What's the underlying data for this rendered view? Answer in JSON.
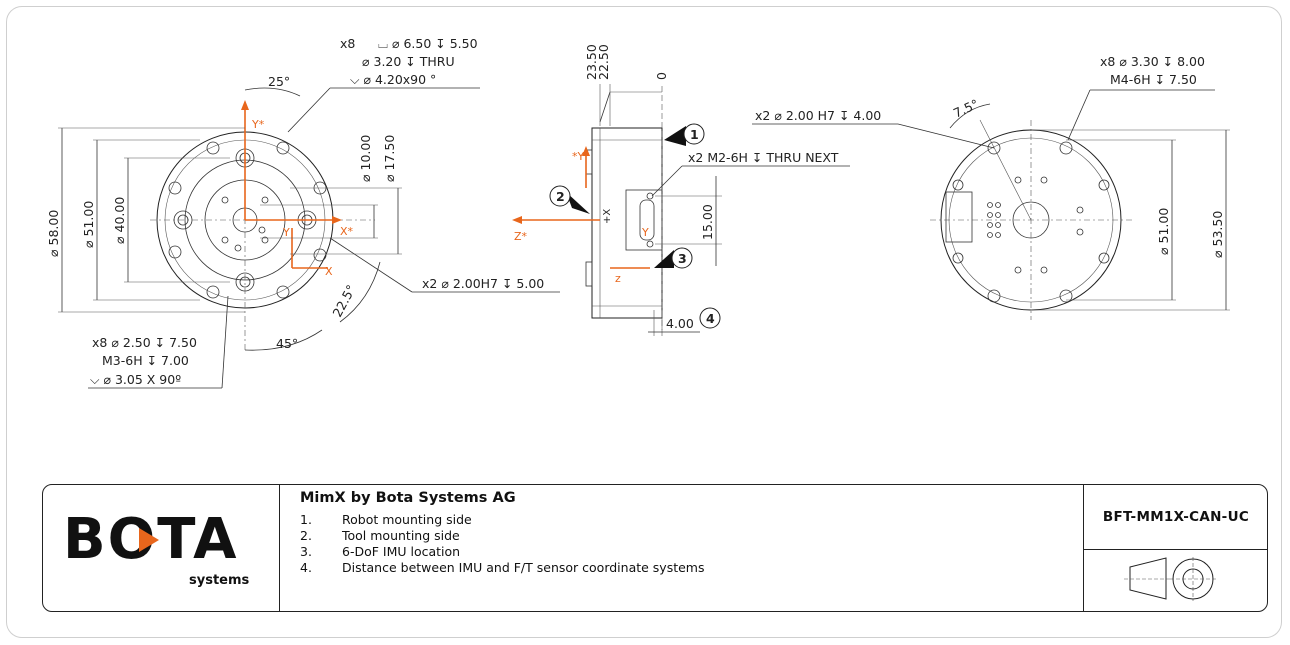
{
  "front_view": {
    "csk_top": [
      "x8",
      "⌴ ⌀ 6.50 ↧ 5.50",
      "⌀ 3.20 ↧ THRU",
      "⌵ ⌀ 4.20x90 °"
    ],
    "angle_top": "25°",
    "dim_outer": "⌀ 58.00",
    "dim_bolt_circle": "⌀ 51.00",
    "dim_inner": "⌀ 40.00",
    "dim_10": "⌀ 10.00",
    "dim_17": "⌀ 17.50",
    "pin_note": "x2  ⌀ 2.00H7 ↧ 5.00",
    "angle_22": "22.5°",
    "angle_45": "45°",
    "thread_note": [
      "x8 ⌀ 2.50 ↧ 7.50",
      "M3-6H  ↧ 7.00",
      "⌵  ⌀ 3.05 X 90º"
    ],
    "axis_y": "Y*",
    "axis_x": "X*",
    "axis_small_y": "Y",
    "axis_small_x": "X"
  },
  "side_view": {
    "dim_23": "23.50",
    "dim_22": "22.50",
    "dim_0": "0",
    "pin_note": "x2  ⌀ 2.00 H7 ↧ 4.00",
    "thread_note": "x2  M2-6H  ↧ THRU NEXT",
    "dim_15": "15.00",
    "dim_4": "4.00",
    "axis_z_star": "Z*",
    "axis_y_star": "*Y",
    "axis_x_star": "+X",
    "axis_z": "z",
    "axis_y": "Y",
    "callouts": [
      "1",
      "2",
      "3",
      "4"
    ]
  },
  "back_view": {
    "hole_note": [
      "x8  ⌀ 3.30 ↧ 8.00",
      "M4-6H  ↧ 7.50"
    ],
    "angle": "7.5°",
    "dim_51": "⌀ 51.00",
    "dim_53": "⌀ 53.50"
  },
  "title_block": {
    "logo_text": "BOTA",
    "logo_sub": "systems",
    "product_title": "MimX by Bota Systems AG",
    "notes": [
      {
        "num": "1.",
        "text": "Robot mounting side"
      },
      {
        "num": "2.",
        "text": "Tool mounting side"
      },
      {
        "num": "3.",
        "text": "6-DoF IMU location"
      },
      {
        "num": "4.",
        "text": "Distance between IMU and F/T sensor coordinate systems"
      }
    ],
    "part_number": "BFT-MM1X-CAN-UC"
  },
  "colors": {
    "accent": "#e8661c",
    "logo_accent": "#e8661c"
  }
}
